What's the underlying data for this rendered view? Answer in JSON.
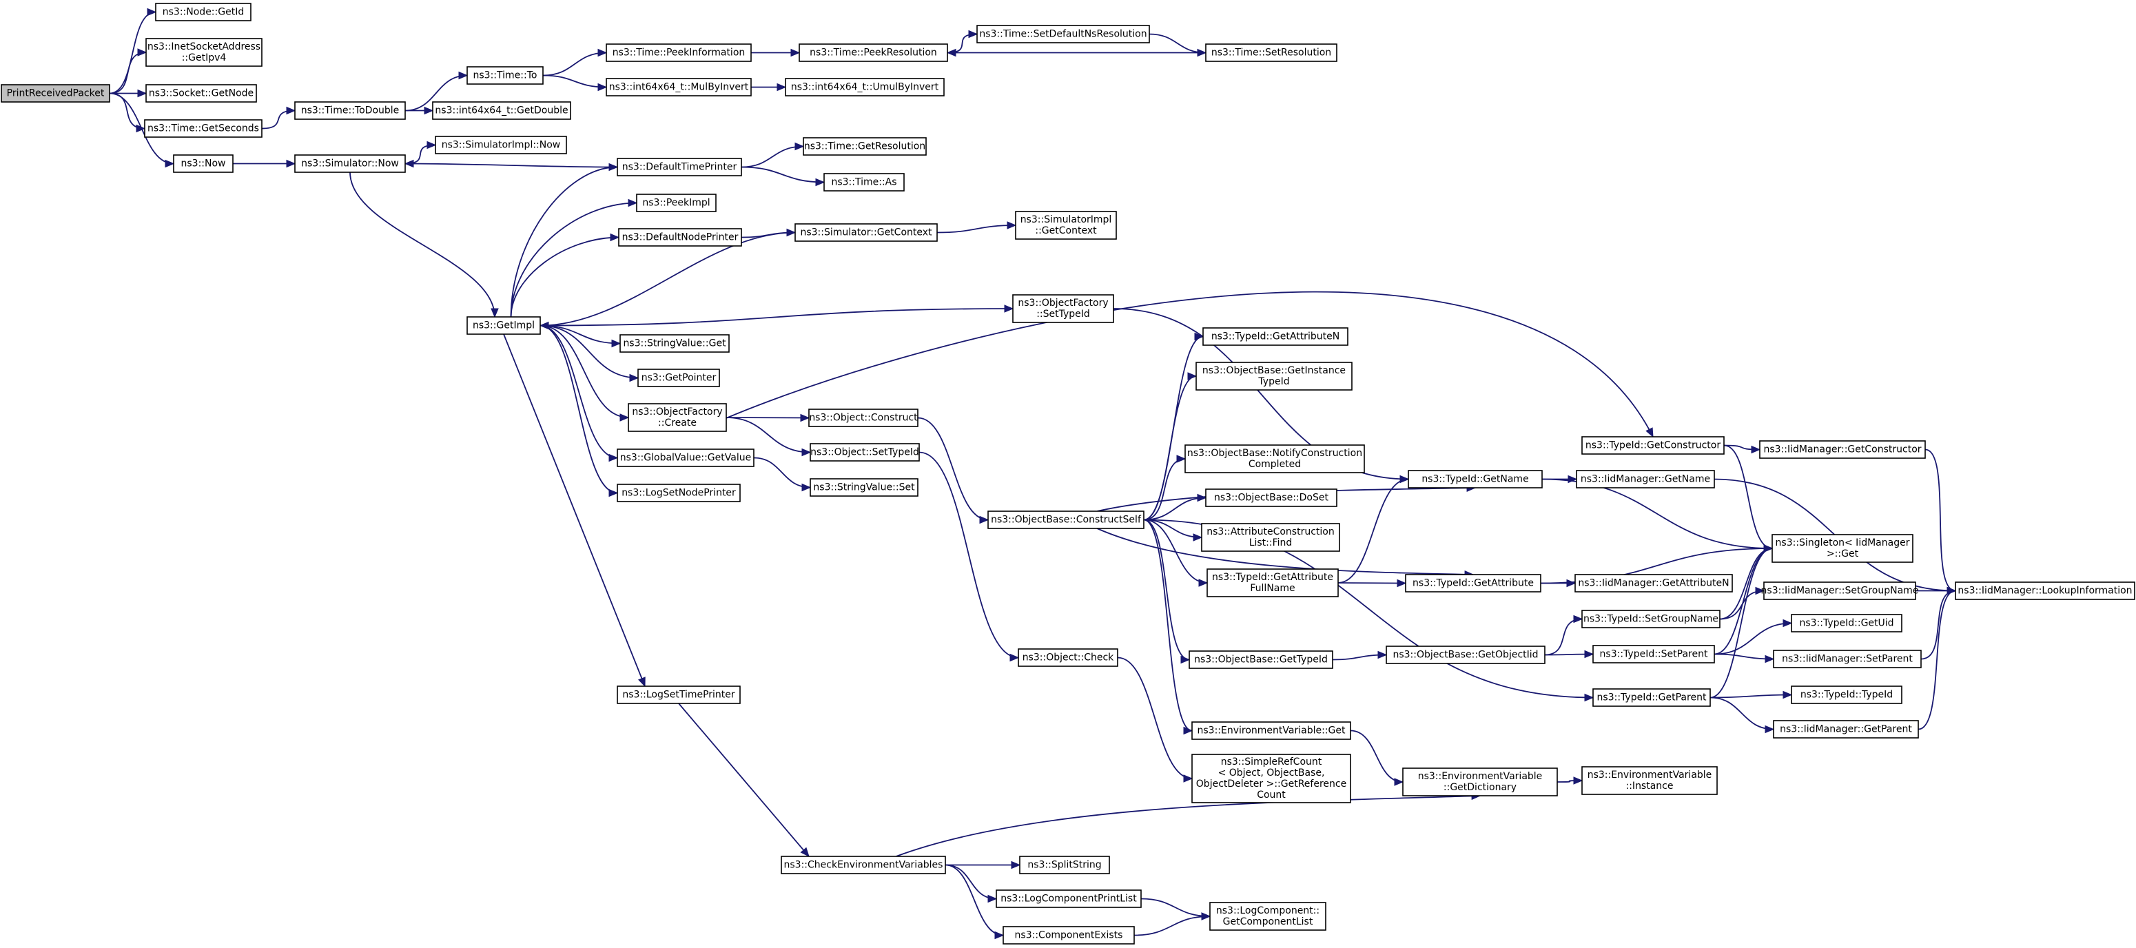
{
  "graph_title": "",
  "colors": {
    "edge": "#191970",
    "node_border": "#000000",
    "root_fill": "#bfbfbf",
    "node_fill": "#ffffff"
  },
  "nodes": [
    {
      "id": "print",
      "lines": [
        "PrintReceivedPacket"
      ],
      "root": true
    },
    {
      "id": "getid",
      "lines": [
        "ns3::Node::GetId"
      ]
    },
    {
      "id": "inetipv4",
      "lines": [
        "ns3::InetSocketAddress",
        "::GetIpv4"
      ]
    },
    {
      "id": "sockgetnode",
      "lines": [
        "ns3::Socket::GetNode"
      ]
    },
    {
      "id": "timegetsec",
      "lines": [
        "ns3::Time::GetSeconds"
      ]
    },
    {
      "id": "now",
      "lines": [
        "ns3::Now"
      ]
    },
    {
      "id": "timetodouble",
      "lines": [
        "ns3::Time::ToDouble"
      ]
    },
    {
      "id": "int64getdouble",
      "lines": [
        "ns3::int64x64_t::GetDouble"
      ]
    },
    {
      "id": "timeto",
      "lines": [
        "ns3::Time::To"
      ]
    },
    {
      "id": "peekinfo",
      "lines": [
        "ns3::Time::PeekInformation"
      ]
    },
    {
      "id": "mulbyinvert",
      "lines": [
        "ns3::int64x64_t::MulByInvert"
      ]
    },
    {
      "id": "peekres",
      "lines": [
        "ns3::Time::PeekResolution"
      ]
    },
    {
      "id": "umulbyinvert",
      "lines": [
        "ns3::int64x64_t::UmulByInvert"
      ]
    },
    {
      "id": "setdefns",
      "lines": [
        "ns3::Time::SetDefaultNsResolution"
      ]
    },
    {
      "id": "setres",
      "lines": [
        "ns3::Time::SetResolution"
      ]
    },
    {
      "id": "simnow",
      "lines": [
        "ns3::Simulator::Now"
      ]
    },
    {
      "id": "simimplnow",
      "lines": [
        "ns3::SimulatorImpl::Now"
      ]
    },
    {
      "id": "deftimeprinter",
      "lines": [
        "ns3::DefaultTimePrinter"
      ]
    },
    {
      "id": "timegetres",
      "lines": [
        "ns3::Time::GetResolution"
      ]
    },
    {
      "id": "timeas",
      "lines": [
        "ns3::Time::As"
      ]
    },
    {
      "id": "peekimpl",
      "lines": [
        "ns3::PeekImpl"
      ]
    },
    {
      "id": "defnodeprinter",
      "lines": [
        "ns3::DefaultNodePrinter"
      ]
    },
    {
      "id": "simgetctx",
      "lines": [
        "ns3::Simulator::GetContext"
      ]
    },
    {
      "id": "simimplgetctx",
      "lines": [
        "ns3::SimulatorImpl",
        "::GetContext"
      ]
    },
    {
      "id": "getimpl",
      "lines": [
        "ns3::GetImpl"
      ]
    },
    {
      "id": "objfactsettid",
      "lines": [
        "ns3::ObjectFactory",
        "::SetTypeId"
      ]
    },
    {
      "id": "strvalget",
      "lines": [
        "ns3::StringValue::Get"
      ]
    },
    {
      "id": "getpointer",
      "lines": [
        "ns3::GetPointer"
      ]
    },
    {
      "id": "objfactcreate",
      "lines": [
        "ns3::ObjectFactory",
        "::Create"
      ]
    },
    {
      "id": "objconstruct",
      "lines": [
        "ns3::Object::Construct"
      ]
    },
    {
      "id": "objsettid",
      "lines": [
        "ns3::Object::SetTypeId"
      ]
    },
    {
      "id": "globvalget",
      "lines": [
        "ns3::GlobalValue::GetValue"
      ]
    },
    {
      "id": "strvalset",
      "lines": [
        "ns3::StringValue::Set"
      ]
    },
    {
      "id": "logsetnode",
      "lines": [
        "ns3::LogSetNodePrinter"
      ]
    },
    {
      "id": "logsettime",
      "lines": [
        "ns3::LogSetTimePrinter"
      ]
    },
    {
      "id": "objbaseconstructself",
      "lines": [
        "ns3::ObjectBase::ConstructSelf"
      ]
    },
    {
      "id": "tidgetattrn",
      "lines": [
        "ns3::TypeId::GetAttributeN"
      ]
    },
    {
      "id": "objbasegetinsttid",
      "lines": [
        "ns3::ObjectBase::GetInstance",
        "TypeId"
      ]
    },
    {
      "id": "objbasenotify",
      "lines": [
        "ns3::ObjectBase::NotifyConstruction",
        "Completed"
      ]
    },
    {
      "id": "objbasedoset",
      "lines": [
        "ns3::ObjectBase::DoSet"
      ]
    },
    {
      "id": "attrconstrfind",
      "lines": [
        "ns3::AttributeConstruction",
        "List::Find"
      ]
    },
    {
      "id": "tidgetattrfull",
      "lines": [
        "ns3::TypeId::GetAttribute",
        "FullName"
      ]
    },
    {
      "id": "objbasegettid",
      "lines": [
        "ns3::ObjectBase::GetTypeId"
      ]
    },
    {
      "id": "envget",
      "lines": [
        "ns3::EnvironmentVariable::Get"
      ]
    },
    {
      "id": "simplerefcount",
      "lines": [
        "ns3::SimpleRefCount",
        "< Object, ObjectBase,",
        "ObjectDeleter >::GetReference",
        "Count"
      ]
    },
    {
      "id": "objcheck",
      "lines": [
        "ns3::Object::Check"
      ]
    },
    {
      "id": "tidgetname",
      "lines": [
        "ns3::TypeId::GetName"
      ]
    },
    {
      "id": "tidgetattr",
      "lines": [
        "ns3::TypeId::GetAttribute"
      ]
    },
    {
      "id": "objbasegetobjtid",
      "lines": [
        "ns3::ObjectBase::GetObjectIid"
      ]
    },
    {
      "id": "tidgetconstructor",
      "lines": [
        "ns3::TypeId::GetConstructor"
      ]
    },
    {
      "id": "iidgetconstructor",
      "lines": [
        "ns3::IidManager::GetConstructor"
      ]
    },
    {
      "id": "iidgetname",
      "lines": [
        "ns3::IidManager::GetName"
      ]
    },
    {
      "id": "singleton",
      "lines": [
        "ns3::Singleton< IidManager",
        "  >::Get"
      ]
    },
    {
      "id": "iidgetattrn",
      "lines": [
        "ns3::IidManager::GetAttributeN"
      ]
    },
    {
      "id": "tidsetgroup",
      "lines": [
        "ns3::TypeId::SetGroupName"
      ]
    },
    {
      "id": "iidsetgroup",
      "lines": [
        "ns3::IidManager::SetGroupName"
      ]
    },
    {
      "id": "iidlookup",
      "lines": [
        "ns3::IidManager::LookupInformation"
      ]
    },
    {
      "id": "tidsetparent",
      "lines": [
        "ns3::TypeId::SetParent"
      ]
    },
    {
      "id": "tidgetuid",
      "lines": [
        "ns3::TypeId::GetUid"
      ]
    },
    {
      "id": "iidsetparent",
      "lines": [
        "ns3::IidManager::SetParent"
      ]
    },
    {
      "id": "tidgetparent",
      "lines": [
        "ns3::TypeId::GetParent"
      ]
    },
    {
      "id": "tidtid",
      "lines": [
        "ns3::TypeId::TypeId"
      ]
    },
    {
      "id": "iidgetparent",
      "lines": [
        "ns3::IidManager::GetParent"
      ]
    },
    {
      "id": "envgetdict",
      "lines": [
        "ns3::EnvironmentVariable",
        "::GetDictionary"
      ]
    },
    {
      "id": "envinstance",
      "lines": [
        "ns3::EnvironmentVariable",
        "::Instance"
      ]
    },
    {
      "id": "checkenv",
      "lines": [
        "ns3::CheckEnvironmentVariables"
      ]
    },
    {
      "id": "splitstring",
      "lines": [
        "ns3::SplitString"
      ]
    },
    {
      "id": "logcompprint",
      "lines": [
        "ns3::LogComponentPrintList"
      ]
    },
    {
      "id": "compexists",
      "lines": [
        "ns3::ComponentExists"
      ]
    },
    {
      "id": "logcompgetlist",
      "lines": [
        "ns3::LogComponent::",
        "GetComponentList"
      ]
    }
  ],
  "edges": [
    {
      "from": "print",
      "to": "getid"
    },
    {
      "from": "print",
      "to": "inetipv4"
    },
    {
      "from": "print",
      "to": "sockgetnode"
    },
    {
      "from": "print",
      "to": "timegetsec"
    },
    {
      "from": "print",
      "to": "now"
    },
    {
      "from": "timegetsec",
      "to": "timetodouble"
    },
    {
      "from": "timetodouble",
      "to": "timeto"
    },
    {
      "from": "timetodouble",
      "to": "int64getdouble"
    },
    {
      "from": "timeto",
      "to": "peekinfo"
    },
    {
      "from": "timeto",
      "to": "mulbyinvert"
    },
    {
      "from": "peekinfo",
      "to": "peekres"
    },
    {
      "from": "mulbyinvert",
      "to": "umulbyinvert"
    },
    {
      "from": "peekres",
      "to": "setdefns"
    },
    {
      "from": "setdefns",
      "to": "setres"
    },
    {
      "from": "setres",
      "to": "peekres"
    },
    {
      "from": "now",
      "to": "simnow"
    },
    {
      "from": "simnow",
      "to": "simimplnow"
    },
    {
      "from": "simnow",
      "to": "getimpl"
    },
    {
      "from": "deftimeprinter",
      "to": "simnow"
    },
    {
      "from": "deftimeprinter",
      "to": "timegetres"
    },
    {
      "from": "deftimeprinter",
      "to": "timeas"
    },
    {
      "from": "defnodeprinter",
      "to": "simgetctx"
    },
    {
      "from": "simgetctx",
      "to": "simimplgetctx"
    },
    {
      "from": "simgetctx",
      "to": "getimpl"
    },
    {
      "from": "getimpl",
      "to": "deftimeprinter"
    },
    {
      "from": "getimpl",
      "to": "peekimpl"
    },
    {
      "from": "getimpl",
      "to": "defnodeprinter"
    },
    {
      "from": "getimpl",
      "to": "objfactsettid"
    },
    {
      "from": "getimpl",
      "to": "strvalget"
    },
    {
      "from": "getimpl",
      "to": "getpointer"
    },
    {
      "from": "getimpl",
      "to": "objfactcreate"
    },
    {
      "from": "getimpl",
      "to": "globvalget"
    },
    {
      "from": "getimpl",
      "to": "logsetnode"
    },
    {
      "from": "getimpl",
      "to": "logsettime"
    },
    {
      "from": "objfactsettid",
      "to": "tidgetname"
    },
    {
      "from": "objfactcreate",
      "to": "objconstruct"
    },
    {
      "from": "objfactcreate",
      "to": "objsettid"
    },
    {
      "from": "objfactcreate",
      "to": "tidgetconstructor"
    },
    {
      "from": "globvalget",
      "to": "strvalset"
    },
    {
      "from": "objconstruct",
      "to": "objbaseconstructself"
    },
    {
      "from": "objsettid",
      "to": "objcheck"
    },
    {
      "from": "objcheck",
      "to": "simplerefcount"
    },
    {
      "from": "objbaseconstructself",
      "to": "tidgetattrn"
    },
    {
      "from": "objbaseconstructself",
      "to": "objbasegetinsttid"
    },
    {
      "from": "objbaseconstructself",
      "to": "objbasenotify"
    },
    {
      "from": "objbaseconstructself",
      "to": "objbasedoset"
    },
    {
      "from": "objbaseconstructself",
      "to": "attrconstrfind"
    },
    {
      "from": "objbaseconstructself",
      "to": "tidgetattrfull"
    },
    {
      "from": "objbaseconstructself",
      "to": "objbasegettid"
    },
    {
      "from": "objbaseconstructself",
      "to": "envget"
    },
    {
      "from": "objbaseconstructself",
      "to": "tidgetname"
    },
    {
      "from": "objbaseconstructself",
      "to": "tidgetattr"
    },
    {
      "from": "objbaseconstructself",
      "to": "tidgetparent"
    },
    {
      "from": "tidgetattrfull",
      "to": "tidgetattr"
    },
    {
      "from": "tidgetattrfull",
      "to": "tidgetname"
    },
    {
      "from": "objbasegettid",
      "to": "objbasegetobjtid"
    },
    {
      "from": "objbasegetobjtid",
      "to": "tidsetgroup"
    },
    {
      "from": "objbasegetobjtid",
      "to": "tidsetparent"
    },
    {
      "from": "envget",
      "to": "envgetdict"
    },
    {
      "from": "tidgetconstructor",
      "to": "iidgetconstructor"
    },
    {
      "from": "tidgetconstructor",
      "to": "singleton"
    },
    {
      "from": "tidgetname",
      "to": "iidgetname"
    },
    {
      "from": "tidgetname",
      "to": "singleton"
    },
    {
      "from": "tidgetattr",
      "to": "iidgetattrn"
    },
    {
      "from": "tidgetattr",
      "to": "singleton"
    },
    {
      "from": "iidgetconstructor",
      "to": "iidlookup"
    },
    {
      "from": "iidgetname",
      "to": "iidlookup"
    },
    {
      "from": "tidsetgroup",
      "to": "iidsetgroup"
    },
    {
      "from": "tidsetgroup",
      "to": "singleton"
    },
    {
      "from": "iidsetgroup",
      "to": "iidlookup"
    },
    {
      "from": "tidsetparent",
      "to": "tidgetuid"
    },
    {
      "from": "tidsetparent",
      "to": "iidsetparent"
    },
    {
      "from": "tidsetparent",
      "to": "singleton"
    },
    {
      "from": "iidsetparent",
      "to": "iidlookup"
    },
    {
      "from": "tidgetparent",
      "to": "tidtid"
    },
    {
      "from": "tidgetparent",
      "to": "iidgetparent"
    },
    {
      "from": "tidgetparent",
      "to": "singleton"
    },
    {
      "from": "iidgetparent",
      "to": "iidlookup"
    },
    {
      "from": "envgetdict",
      "to": "envinstance"
    },
    {
      "from": "logsettime",
      "to": "checkenv"
    },
    {
      "from": "checkenv",
      "to": "envgetdict"
    },
    {
      "from": "checkenv",
      "to": "splitstring"
    },
    {
      "from": "checkenv",
      "to": "logcompprint"
    },
    {
      "from": "checkenv",
      "to": "compexists"
    },
    {
      "from": "logcompprint",
      "to": "logcompgetlist"
    },
    {
      "from": "compexists",
      "to": "logcompgetlist"
    }
  ]
}
